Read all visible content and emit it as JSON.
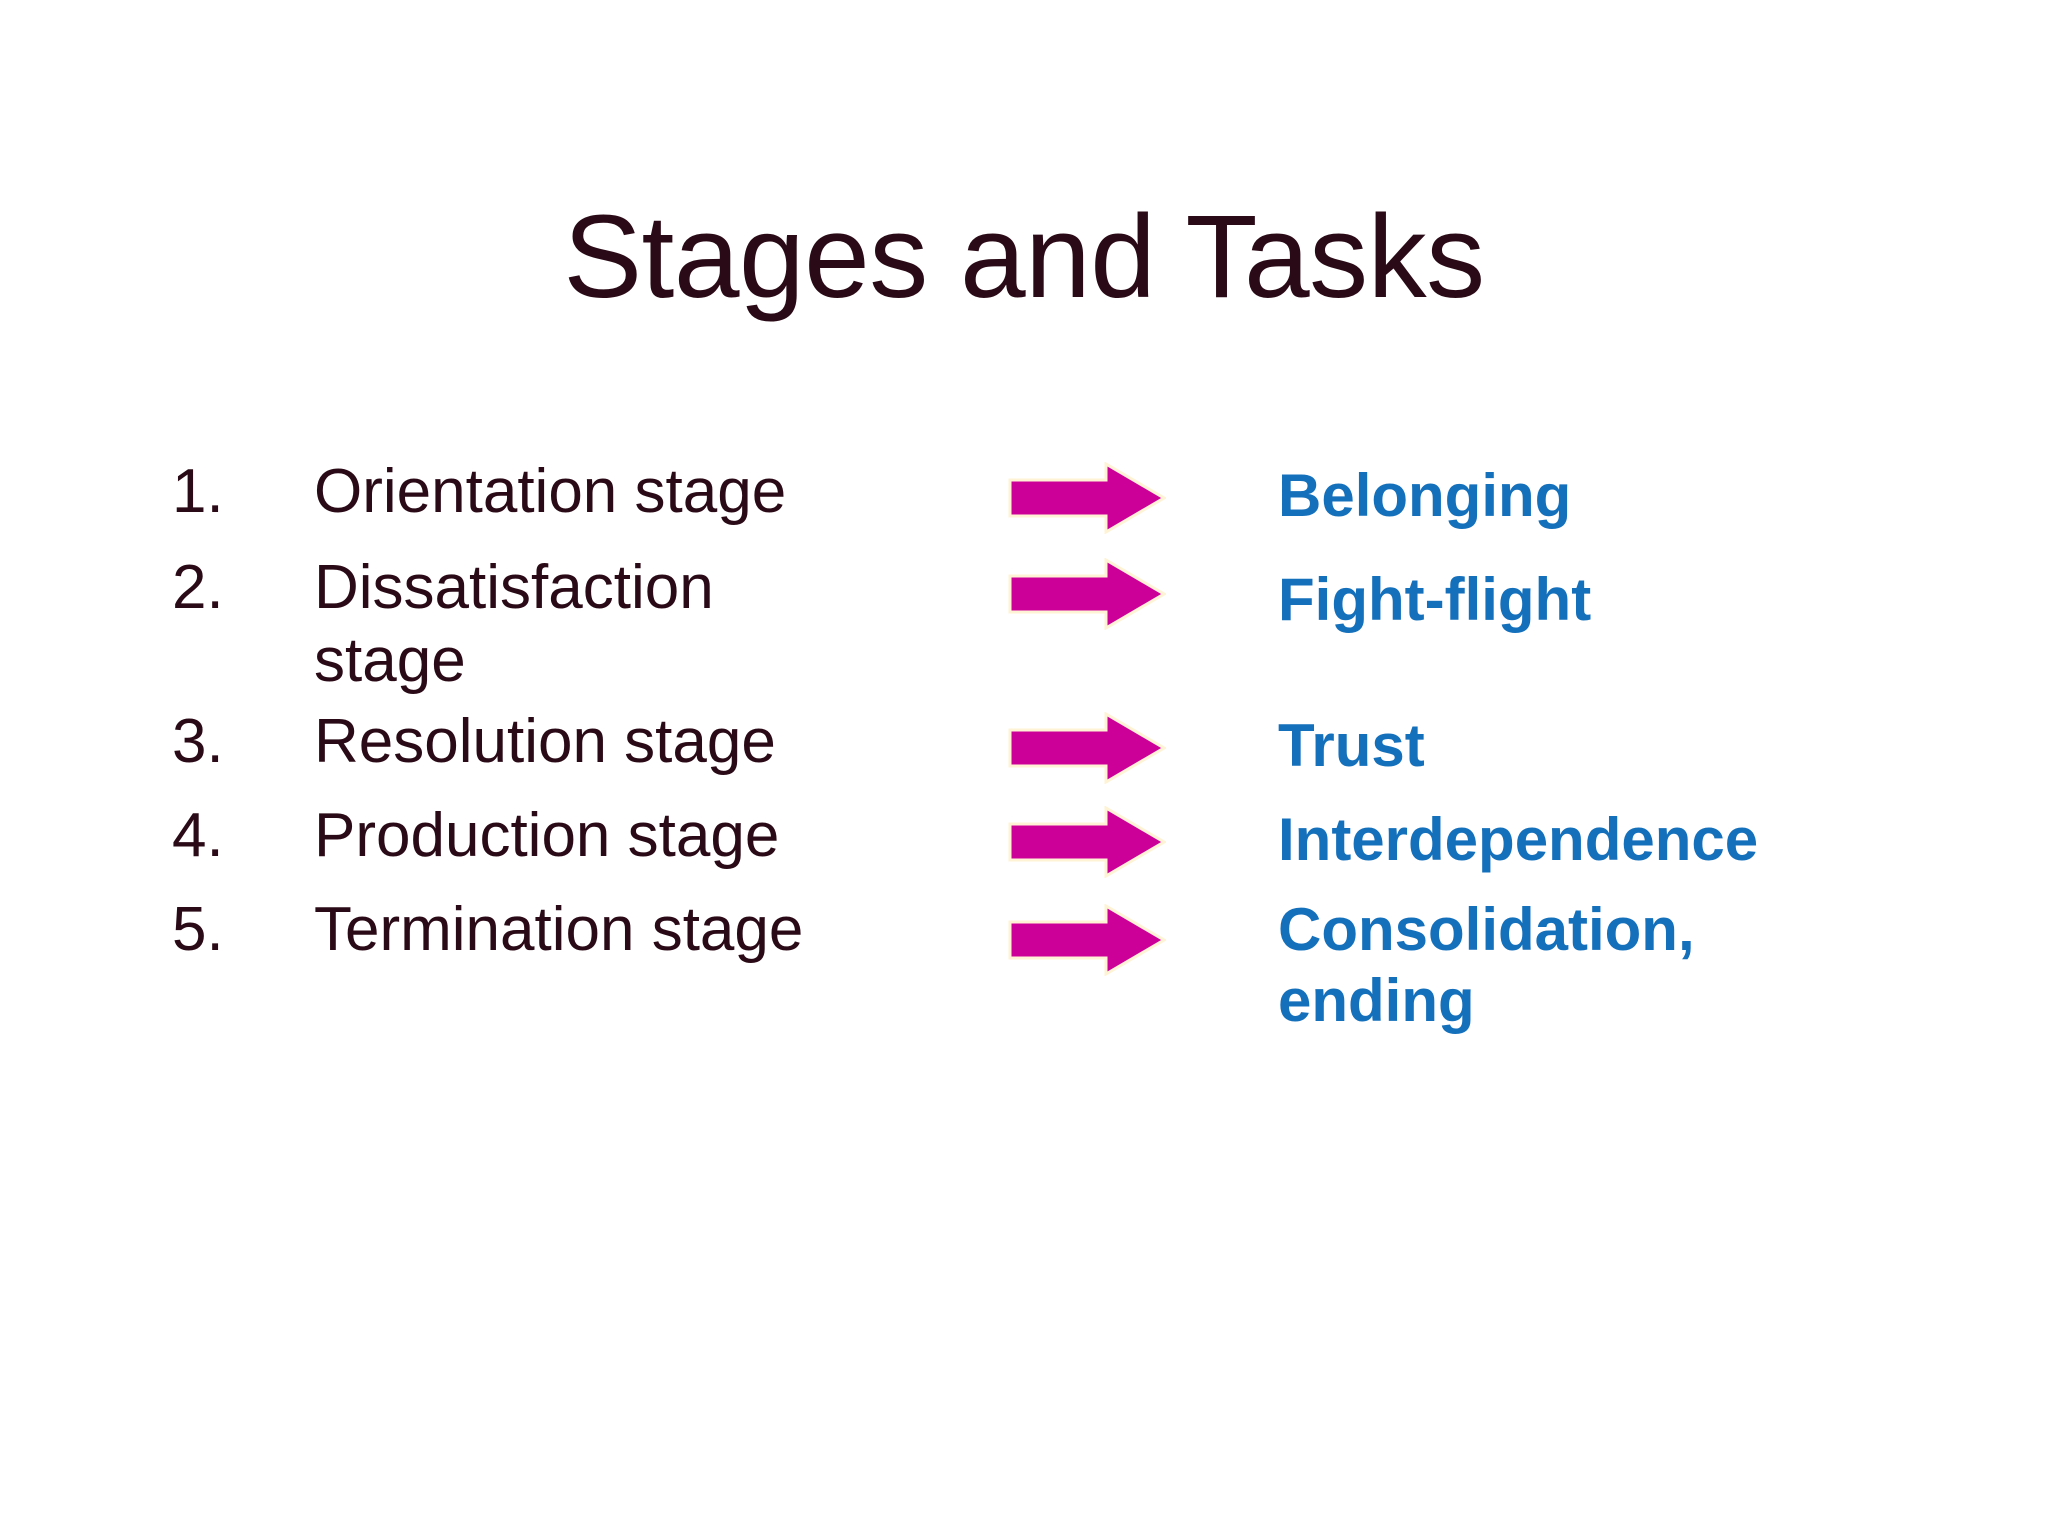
{
  "slide": {
    "title": "Stages and Tasks",
    "background_color": "#ffffff",
    "title_color": "#2a0a16",
    "stage_text_color": "#2a0a16",
    "task_text_color": "#1570bc",
    "arrow_fill_color": "#cc0099",
    "arrow_outline_color": "#fff3d6",
    "arrow_icon_name": "right-arrow-icon"
  },
  "rows": [
    {
      "number": "1.",
      "stage": "Orientation stage",
      "task_line1": "Belonging",
      "task_line2": ""
    },
    {
      "number": "2.",
      "stage": "Dissatisfaction stage",
      "task_line1": "Fight-flight",
      "task_line2": ""
    },
    {
      "number": "3.",
      "stage": "Resolution stage",
      "task_line1": "Trust",
      "task_line2": ""
    },
    {
      "number": "4.",
      "stage": "Production stage",
      "task_line1": "Interdependence",
      "task_line2": ""
    },
    {
      "number": "5.",
      "stage": "Termination stage",
      "task_line1": "Consolidation,",
      "task_line2": "ending"
    }
  ]
}
